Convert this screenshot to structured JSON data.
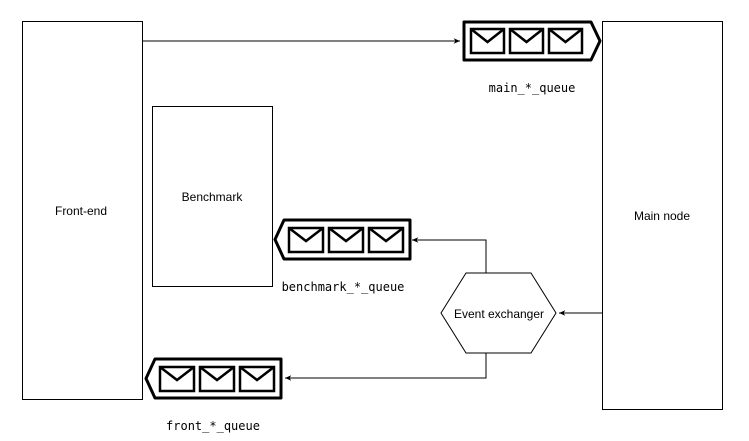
{
  "nodes": {
    "frontend": {
      "label": "Front-end"
    },
    "benchmark": {
      "label": "Benchmark"
    },
    "main_node": {
      "label": "Main node"
    },
    "event_exchanger": {
      "label": "Event exchanger"
    }
  },
  "queues": {
    "main": {
      "label": "main_*_queue",
      "direction": "right",
      "message_icons": 3
    },
    "benchmark": {
      "label": "benchmark_*_queue",
      "direction": "left",
      "message_icons": 3
    },
    "front": {
      "label": "front_*_queue",
      "direction": "left",
      "message_icons": 3
    }
  }
}
